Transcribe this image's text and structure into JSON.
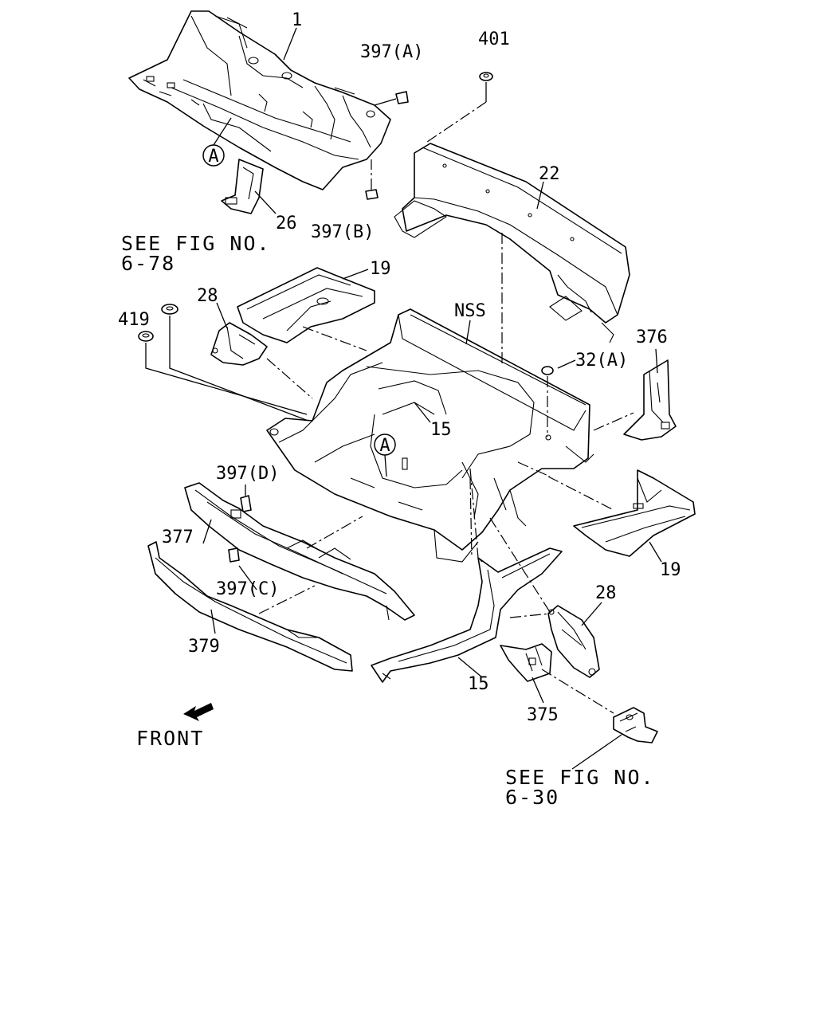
{
  "labels": {
    "p1": "1",
    "p397a": "397(A)",
    "p401": "401",
    "p22": "22",
    "p26": "26",
    "p397b": "397(B)",
    "seefig1_line1": "SEE FIG NO.",
    "seefig1_line2": "6-78",
    "p19a": "19",
    "p419": "419",
    "p28a": "28",
    "nss": "NSS",
    "p376": "376",
    "p32a": "32(A)",
    "p15a": "15",
    "p397d": "397(D)",
    "p377": "377",
    "p397c": "397(C)",
    "p379": "379",
    "p19b": "19",
    "p28b": "28",
    "p15b": "15",
    "p375": "375",
    "front": "FRONT",
    "seefig2_line1": "SEE FIG NO.",
    "seefig2_line2": "6-30",
    "circleA": "A"
  },
  "icons": [
    "front-arrow-icon"
  ]
}
